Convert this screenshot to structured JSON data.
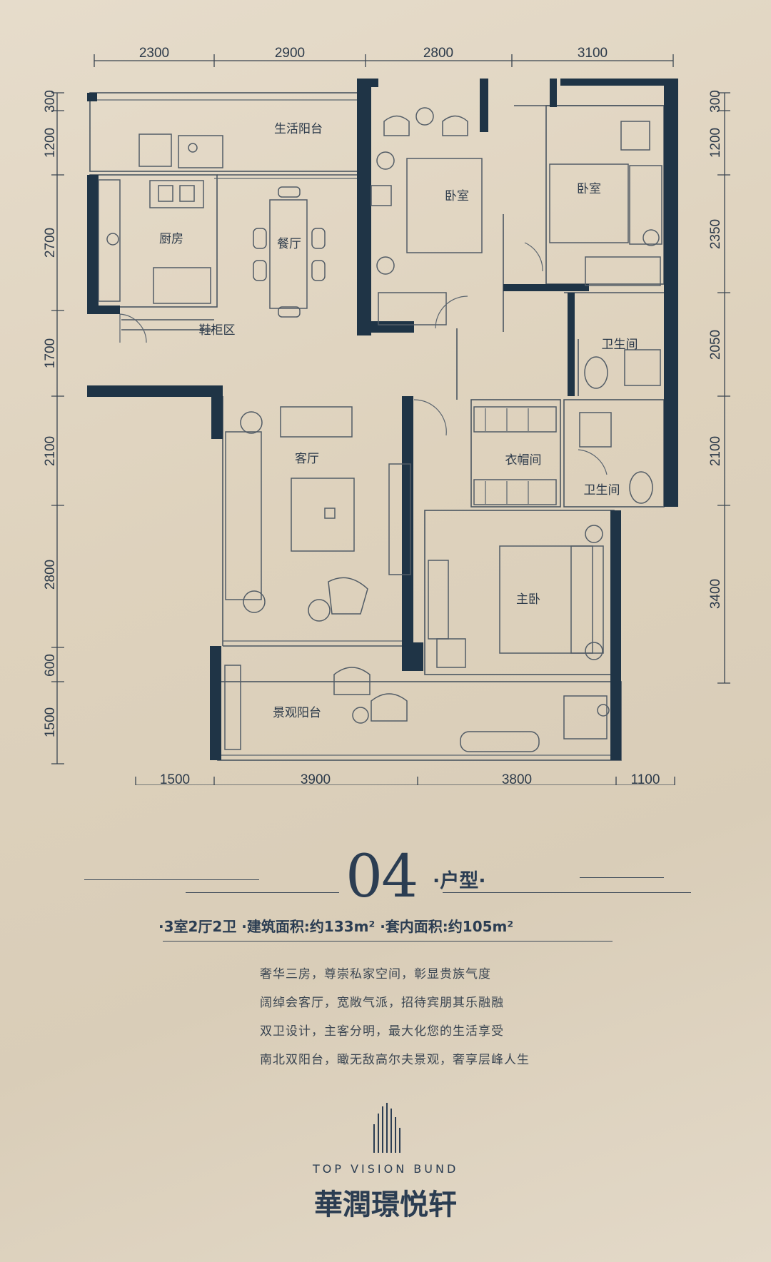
{
  "top_dimensions": [
    "2300",
    "2900",
    "2800",
    "3100"
  ],
  "bottom_dimensions": [
    "1500",
    "3900",
    "3800",
    "1100"
  ],
  "left_dimensions": [
    "300",
    "1200",
    "2700",
    "1700",
    "2100",
    "2800",
    "600",
    "1500"
  ],
  "right_dimensions": [
    "300",
    "1200",
    "2350",
    "2050",
    "2100",
    "3400"
  ],
  "rooms": {
    "living_balcony": "生活阳台",
    "bedroom_1": "卧室",
    "bedroom_2": "卧室",
    "kitchen": "厨房",
    "dining": "餐厅",
    "shoe_cabinet": "鞋柜区",
    "bathroom_1": "卫生间",
    "living_room": "客厅",
    "closet": "衣帽间",
    "bathroom_2": "卫生间",
    "master_bedroom": "主卧",
    "view_balcony": "景观阳台"
  },
  "unit": {
    "number": "04",
    "label": "·户型·",
    "specs": "·3室2厅2卫   ·建筑面积:约133m²  ·套内面积:约105m²"
  },
  "description": [
    "奢华三房，尊崇私家空间，彰显贵族气度",
    "阔绰会客厅，宽敞气派，招待宾朋其乐融融",
    "双卫设计，主客分明，最大化您的生活享受",
    "南北双阳台，瞰无敌高尔夫景观，奢享层峰人生"
  ],
  "brand": {
    "english": "TOP VISION BUND",
    "chinese": "華潤璟悦轩"
  },
  "colors": {
    "ink": "#1f3446",
    "paper": "#e0d5c2"
  }
}
